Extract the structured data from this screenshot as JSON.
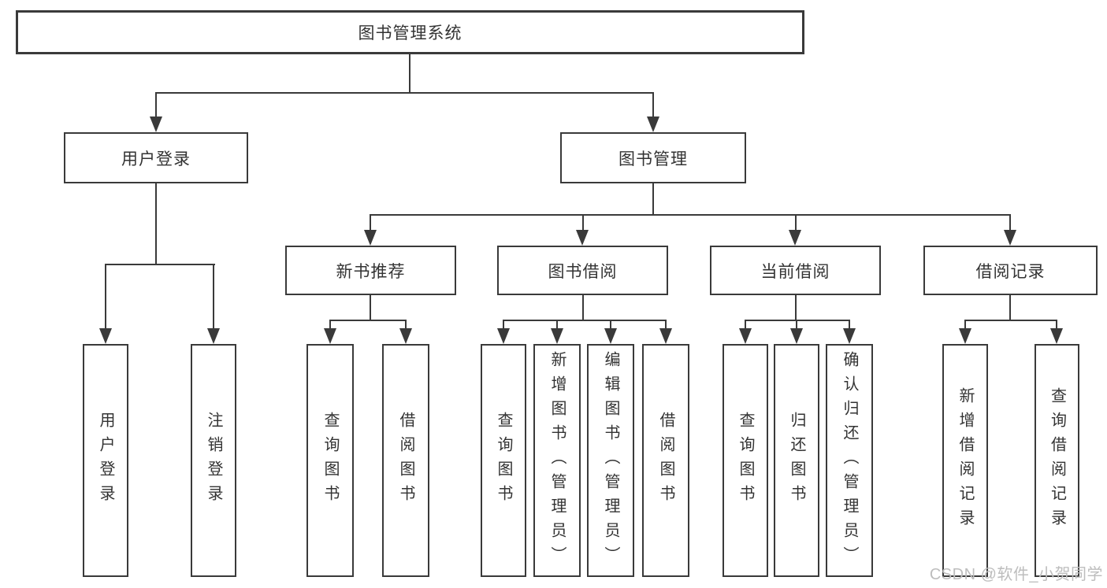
{
  "tree": {
    "root": {
      "label": "图书管理系统"
    },
    "level2": [
      {
        "label": "用户登录"
      },
      {
        "label": "图书管理"
      }
    ],
    "level3": [
      {
        "label": "新书推荐"
      },
      {
        "label": "图书借阅"
      },
      {
        "label": "当前借阅"
      },
      {
        "label": "借阅记录"
      }
    ],
    "leaves": {
      "user_login": [
        "用户登录",
        "注销登录"
      ],
      "new_book_recommend": [
        "查询图书",
        "借阅图书"
      ],
      "book_borrow": [
        "查询图书",
        "新增图书（管理员）",
        "编辑图书（管理员）",
        "借阅图书"
      ],
      "current_borrow": [
        "查询图书",
        "归还图书",
        "确认归还（管理员）"
      ],
      "borrow_record": [
        "新增借阅记录",
        "查询借阅记录"
      ]
    }
  },
  "watermark": {
    "text": "CSDN @软件_小贺同学"
  },
  "colors": {
    "line": "#3a3a3a",
    "text": "#333333",
    "background": "#ffffff",
    "watermark": "#bdbdbd"
  }
}
